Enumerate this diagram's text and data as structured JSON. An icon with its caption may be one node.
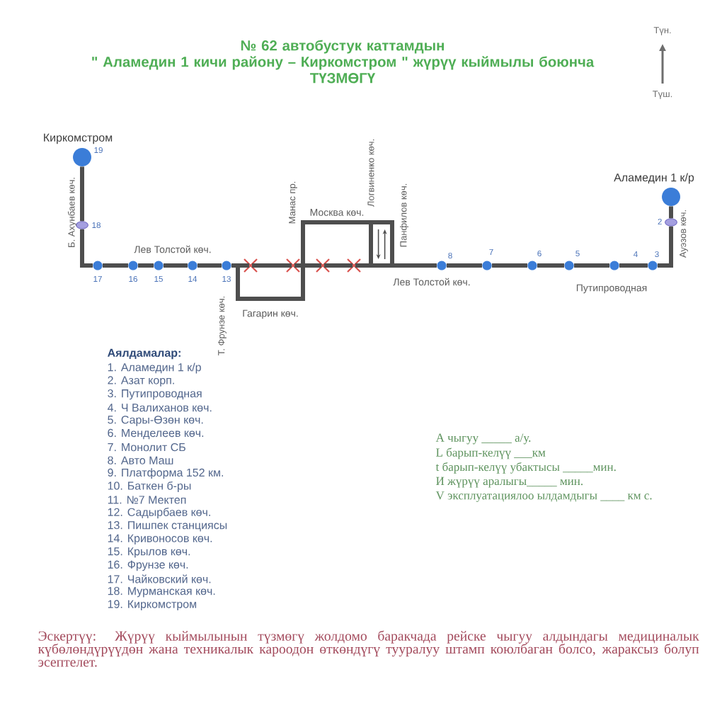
{
  "diagram": {
    "title": "№ 62 автобустук каттамдын \" Аламедин 1 кичи району – Киркомстром \" жүрүү кыймылы боюнча ТҮЗМӨГҮ",
    "nodes": [
      {
        "text": [
          "Киркомстром"
        ],
        "beside": [
          "19"
        ]
      },
      {
        "text": [],
        "shape": "ellipse",
        "beside": [
          "18"
        ]
      },
      {
        "text": [],
        "shape": "circle",
        "beside": [
          "17"
        ]
      },
      {
        "text": [],
        "shape": "circle",
        "beside": [
          "16"
        ]
      },
      {
        "text": [],
        "shape": "circle",
        "beside": [
          "15"
        ]
      },
      {
        "text": [],
        "shape": "circle",
        "beside": [
          "14"
        ]
      },
      {
        "text": [],
        "shape": "circle",
        "beside": [
          "13"
        ]
      },
      {
        "text": [],
        "shape": "cross"
      },
      {
        "text": [],
        "shape": "cross"
      },
      {
        "text": [],
        "shape": "cross"
      },
      {
        "text": [],
        "shape": "cross"
      },
      {
        "text": [],
        "shape": "circle",
        "beside": [
          "8"
        ]
      },
      {
        "text": [],
        "shape": "circle",
        "beside": [
          "7"
        ]
      },
      {
        "text": [],
        "shape": "circle",
        "beside": [
          "6"
        ]
      },
      {
        "text": [],
        "shape": "circle",
        "beside": [
          "5"
        ]
      },
      {
        "text": [],
        "shape": "circle",
        "beside": [
          "4"
        ]
      },
      {
        "text": [],
        "shape": "circle",
        "beside": [
          "3"
        ]
      },
      {
        "text": [],
        "shape": "ellipse",
        "beside": [
          "2"
        ]
      },
      {
        "text": [
          "Аламедин 1 к/р"
        ]
      }
    ],
    "edges": [
      {
        "from": 0,
        "to": 1,
        "arrow": "none"
      },
      {
        "from": 1,
        "to": 2,
        "arrow": "none"
      },
      {
        "from": 2,
        "to": 3,
        "arrow": "none"
      },
      {
        "from": 3,
        "to": 4,
        "arrow": "none"
      },
      {
        "from": 4,
        "to": 5,
        "arrow": "none"
      },
      {
        "from": 5,
        "to": 6,
        "arrow": "none"
      },
      {
        "from": 6,
        "to": 7,
        "arrow": "none"
      },
      {
        "from": 7,
        "to": 8,
        "arrow": "none"
      },
      {
        "from": 8,
        "to": 9,
        "arrow": "none"
      },
      {
        "from": 9,
        "to": 10,
        "arrow": "none"
      },
      {
        "from": 10,
        "to": 11,
        "arrow": "none"
      },
      {
        "from": 11,
        "to": 12,
        "arrow": "none"
      },
      {
        "from": 12,
        "to": 13,
        "arrow": "none"
      },
      {
        "from": 13,
        "to": 14,
        "arrow": "none"
      },
      {
        "from": 14,
        "to": 15,
        "arrow": "none"
      },
      {
        "from": 15,
        "to": 16,
        "arrow": "none"
      },
      {
        "from": 16,
        "to": 17,
        "arrow": "none"
      },
      {
        "from": 17,
        "to": 18,
        "arrow": "none"
      }
    ],
    "labels": [
      "Түн.",
      "Түш.",
      "Б. Ахунбаев көч.",
      "Лев Толстой көч.",
      "Манас пр.",
      "Москва көч.",
      "Логвиненко көч.",
      "Панфилов көч.",
      "Ауэзов көч.",
      "Т. Фрунзе көч.",
      "Гагарин көч.",
      "Лев Толстой көч.",
      "Путипроводная",
      "Аялдамалар:",
      "1. Аламедин 1 к/р",
      "2. Азат корп.",
      "3. Путипроводная",
      "4. Ч Валиханов көч.",
      "5. Сары-Өзөн көч.",
      "6. Менделеев көч.",
      "7. Монолит СБ",
      "8. Авто Маш",
      "9. Платформа 152 км.",
      "10. Баткен б-ры",
      "11. №7 Мектеп",
      "12. Садырбаев көч.",
      "13. Пишпек станциясы",
      "14. Кривоносов көч.",
      "15. Крылов көч.",
      "16. Фрунзе көч.",
      "17. Чайковский көч.",
      "18. Мурманская көч.",
      "19. Киркомстром",
      "А чыгуу _____ а/у.",
      "L барып-келүү ___км",
      "t барып-келүү убактысы _____мин.",
      "И жүрүү аралыгы_____ мин.",
      "V эксплуатациялоо ылдамдыгы ____ км с.",
      "Эскертүү: Жүрүү кыймылынын түзмөгү жолдомо баракчада рейске чыгуу алдындагы медициналык күбөлөндүрүүдөн жана техникалык кароодон өткөндүгү тууралуу штамп коюлбаган болсо, жараксыз болуп эсептелет."
    ]
  }
}
